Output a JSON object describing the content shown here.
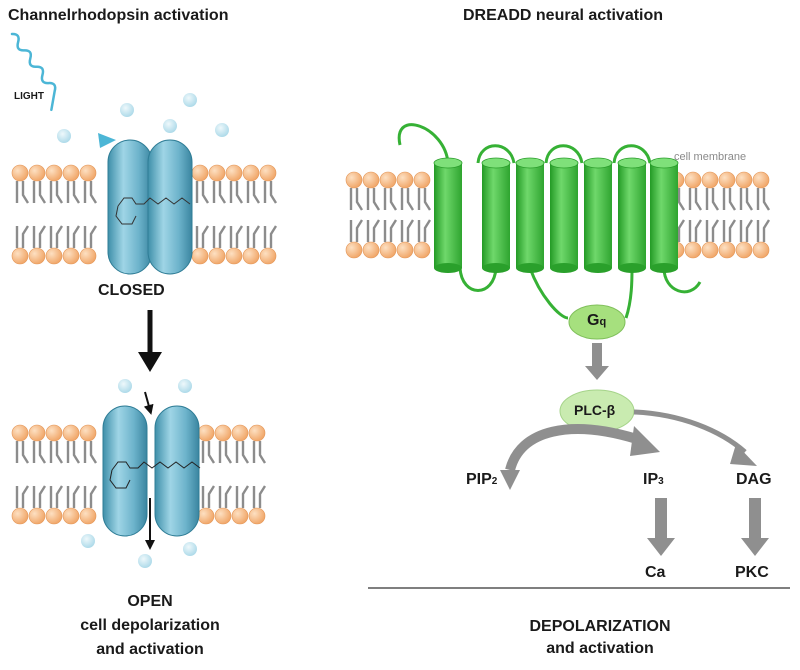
{
  "left_panel": {
    "title": "Channelrhodopsin activation",
    "light_label": "LIGHT",
    "closed_label": "CLOSED",
    "open_label": "OPEN",
    "open_caption_line1": "cell depolarization",
    "open_caption_line2": "and activation"
  },
  "right_panel": {
    "title": "DREADD neural activation",
    "membrane_label": "cell membrane",
    "gq": {
      "main": "G",
      "sub": "q"
    },
    "plc_label": "PLC-β",
    "pip2": {
      "main": "PIP",
      "sub": "2"
    },
    "ip3": {
      "main": "IP",
      "sub": "3"
    },
    "dag_label": "DAG",
    "ca_label": "Ca",
    "pkc_label": "PKC",
    "bottom_line1": "DEPOLARIZATION",
    "bottom_line2": "and activation"
  },
  "colors": {
    "lipid_head": "#f4b07a",
    "lipid_tail": "#8c8c8c",
    "channel": "#6fb6cf",
    "ion": "#bfe3ef",
    "receptor": "#36b135",
    "gq_fill": "#a6e07e",
    "plc_fill": "#c9ebb0",
    "pathway_arrow": "#8f8f8f",
    "light_wave": "#4cb6d6"
  }
}
